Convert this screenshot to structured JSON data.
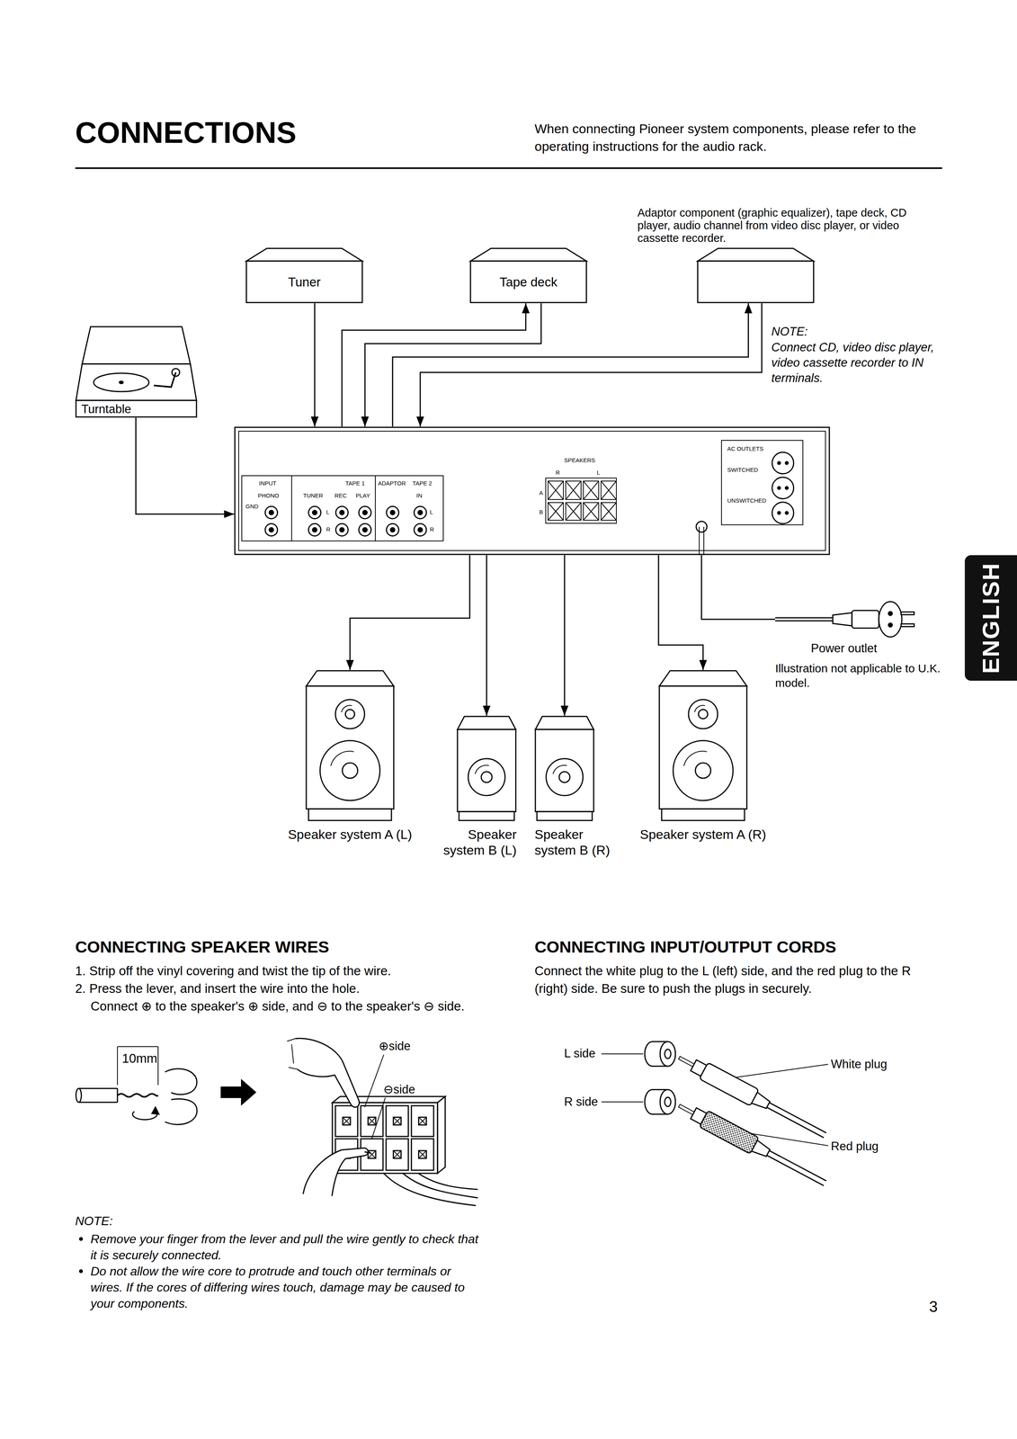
{
  "diagram": {
    "title": "CONNECTIONS",
    "nodes": [
      {
        "text": [
          "Tuner"
        ]
      },
      {
        "text": [
          "Tape deck"
        ]
      },
      {
        "text": [
          "Adaptor component (graphic equalizer), tape deck, CD player, audio channel from video disc player, or video cassette recorder."
        ]
      },
      {
        "text": [
          "Turntable"
        ]
      },
      {
        "text": [
          "INPUT",
          "PHONO",
          "GND",
          "TUNER",
          "L",
          "R",
          "TAPE 1",
          "REC",
          "PLAY",
          "ADAPTOR",
          "TAPE 2",
          "IN",
          "L",
          "R",
          "SPEAKERS",
          "R",
          "L",
          "A",
          "B",
          "AC OUTLETS",
          "SWITCHED",
          "UNSWITCHED"
        ]
      },
      {
        "text": [
          "Speaker system A (L)"
        ]
      },
      {
        "text": [
          "Speaker system B (L)"
        ]
      },
      {
        "text": [
          "Speaker system B (R)"
        ]
      },
      {
        "text": [
          "Speaker system A (R)"
        ]
      },
      {
        "text": [
          "Power outlet"
        ]
      }
    ],
    "edges": [
      {
        "from": 3,
        "to": 4,
        "arrow": "to"
      },
      {
        "from": 0,
        "to": 4,
        "arrow": "to"
      },
      {
        "from": 4,
        "to": 1,
        "arrow": "to"
      },
      {
        "from": 1,
        "to": 4,
        "arrow": "to"
      },
      {
        "from": 4,
        "to": 2,
        "arrow": "to"
      },
      {
        "from": 2,
        "to": 4,
        "arrow": "to"
      },
      {
        "from": 4,
        "to": 5,
        "arrow": "to"
      },
      {
        "from": 4,
        "to": 6,
        "arrow": "to"
      },
      {
        "from": 4,
        "to": 7,
        "arrow": "to"
      },
      {
        "from": 4,
        "to": 8,
        "arrow": "to"
      },
      {
        "from": 4,
        "to": 9,
        "arrow": "none"
      }
    ],
    "labels": [
      "When connecting Pioneer system components, please refer to the operating instructions for the audio rack.",
      "NOTE:",
      "Connect CD, video disc player, video cassette recorder to IN terminals.",
      "Illustration not applicable to U.K. model.",
      "ENGLISH",
      "CONNECTING SPEAKER WIRES",
      "1. Strip off the vinyl covering and twist the tip of the wire.",
      "2. Press the lever, and insert the wire into the hole.",
      "Connect ⊕ to the speaker's ⊕ side, and ⊖ to the speaker's ⊖ side.",
      "10mm",
      "⊕side",
      "⊖side",
      "NOTE:",
      "Remove your finger from the lever and pull the wire gently to check that it is securely connected.",
      "Do not allow the wire core to protrude and touch other terminals or wires. If the cores of differing wires touch, damage may be caused to your components.",
      "CONNECTING INPUT/OUTPUT CORDS",
      "Connect the white plug to the L (left) side, and the red plug to the R (right) side. Be sure to push the plugs in securely.",
      "L side",
      "R side",
      "White plug",
      "Red plug",
      "3"
    ]
  }
}
